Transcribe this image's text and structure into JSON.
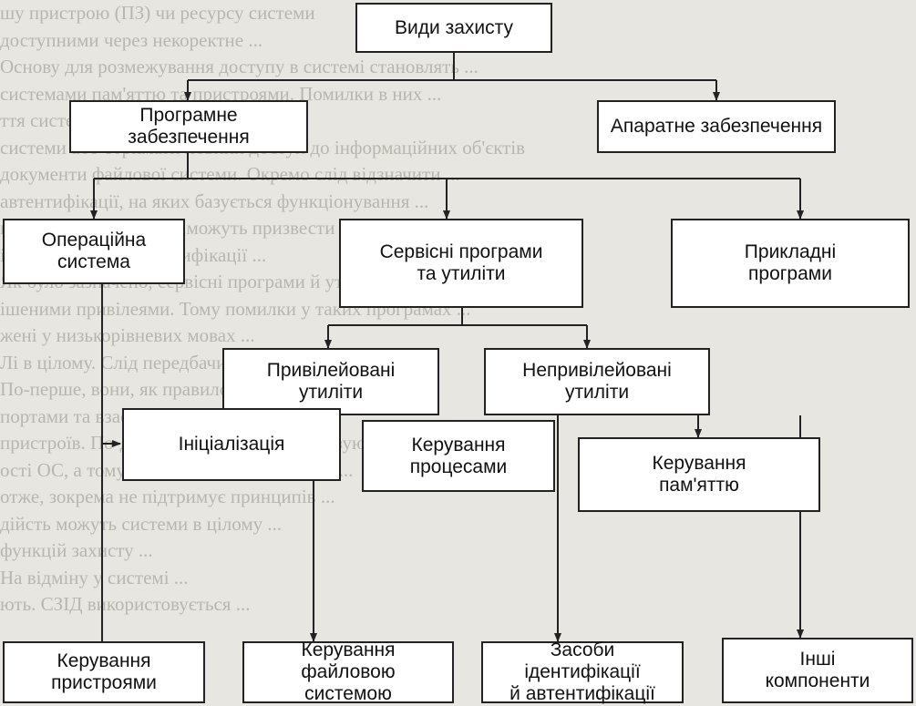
{
  "background_text": [
    "шу пристрою (ПЗ) чи ресурсу системи",
    "доступними через некоректне ...",
    "Основу для розмежування доступу в системі становлять ...",
    "системами пам'яттю та пристроями. Помилки в них ...",
    "ття системами ...",
    "системи або отримати повний доступ до інформаційних об'єктів",
    "документи файлової системи. Окремо слід відзначити ...",
    "автентифікації, на яких базується функціонування ...",
    "помилки в цій системі можуть призвести ...",
    "ідентифікації й автентифікації ...",
    "Як було зазначено, сервісні програми й утиліти ...",
    "ішеними привілеями. Тому помилки у таких програмах ...",
    "жені у низькорівневих мовах ...",
    "Лі в цілому. Слід передбачити ...",
    "По-перше, вони, як правило, досить складні ...",
    "портами та взаємодіють безпосередньо ...",
    "пристроїв. По-друге, такі програми реалізують функції ...",
    "ості ОС, а тому відсутні або недостатньо ...",
    "отже, зокрема не підтримує принципів ...",
    "дійсть можуть системи в цілому ...",
    "функцій захисту ...",
    "На відміну у системі ...",
    "ють. СЗІД використовується ..."
  ],
  "nodes": [
    {
      "id": "root",
      "label": "Види захисту"
    },
    {
      "id": "software",
      "label": "Програмне забезпечення"
    },
    {
      "id": "hardware",
      "label": "Апаратне забезпечення"
    },
    {
      "id": "os",
      "label": "Операційна\nсистема"
    },
    {
      "id": "services",
      "label": "Сервісні програми\nта утиліти"
    },
    {
      "id": "applied",
      "label": "Прикладні\nпрограми"
    },
    {
      "id": "privileged",
      "label": "Привілейовані\nутиліти"
    },
    {
      "id": "unprivileged",
      "label": "Непривілейовані\nутиліти"
    },
    {
      "id": "init",
      "label": "Ініціалізація"
    },
    {
      "id": "process",
      "label": "Керування\nпроцесами"
    },
    {
      "id": "memory",
      "label": "Керування\nпам'яттю"
    },
    {
      "id": "devices",
      "label": "Керування\nпристроями"
    },
    {
      "id": "filesystem",
      "label": "Керування\nфайловою\nсистемою"
    },
    {
      "id": "identification",
      "label": "Засоби\nідентифікації\nй автентифікації"
    },
    {
      "id": "other",
      "label": "Інші\nкомпоненти"
    }
  ],
  "colors": {
    "line": "#222222",
    "box": "#ffffff",
    "text": "#111111",
    "paper": "#e8e6e1",
    "faded_text": "#b9b6b0"
  }
}
